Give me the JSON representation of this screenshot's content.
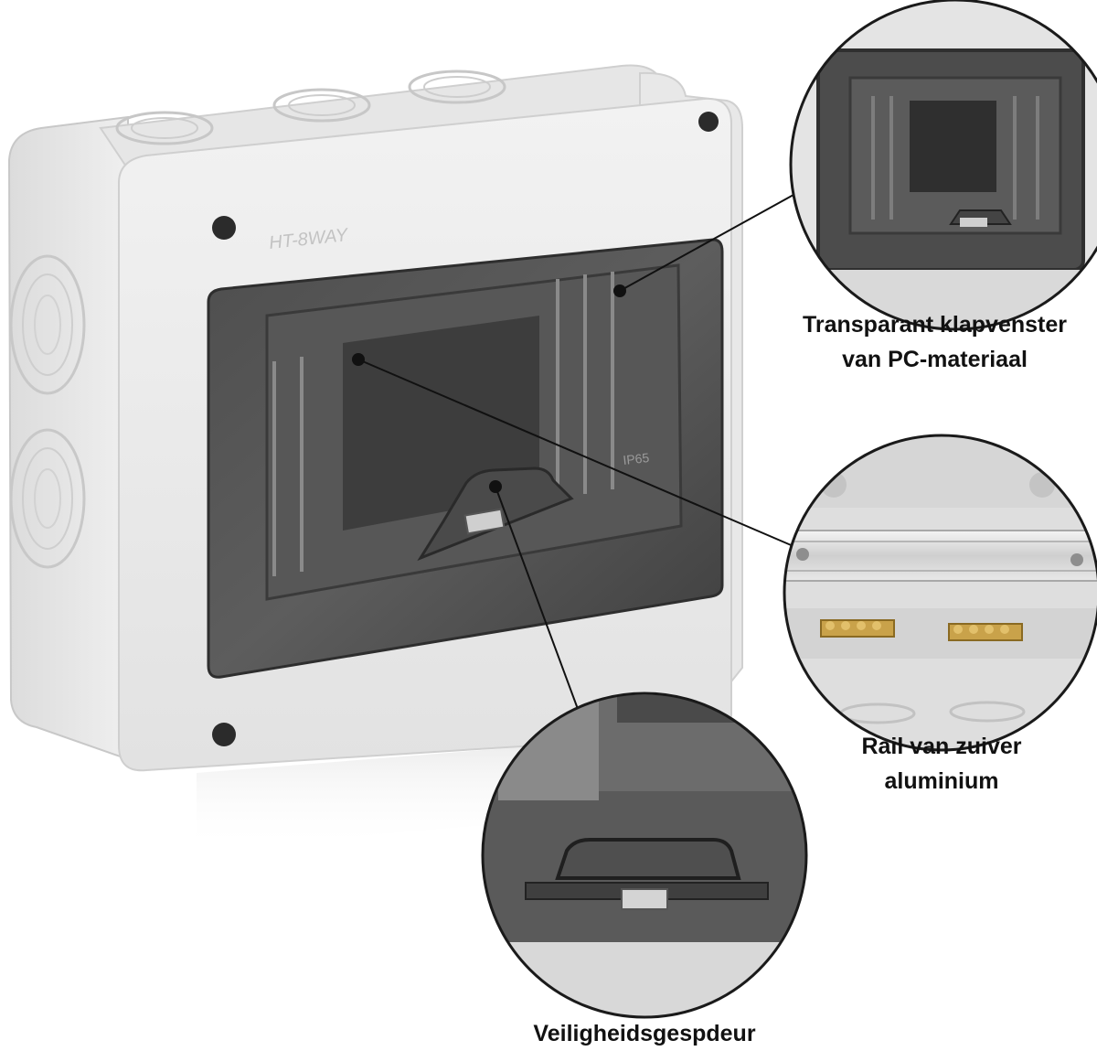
{
  "product": {
    "model_marking": "HT-8WAY",
    "rating_marking": "IP65",
    "colors": {
      "housing": "#e9e9e9",
      "cover_tint": "#4a4a4a",
      "background": "#ffffff",
      "label_text": "#111111"
    }
  },
  "callouts": [
    {
      "id": "window",
      "line1": "Transparant klapvenster",
      "line2": "van PC-materiaal"
    },
    {
      "id": "rail",
      "line1": "Rail van zuiver",
      "line2": "aluminium"
    },
    {
      "id": "door",
      "line1": "Veiligheidsgespdeur",
      "line2": ""
    }
  ]
}
